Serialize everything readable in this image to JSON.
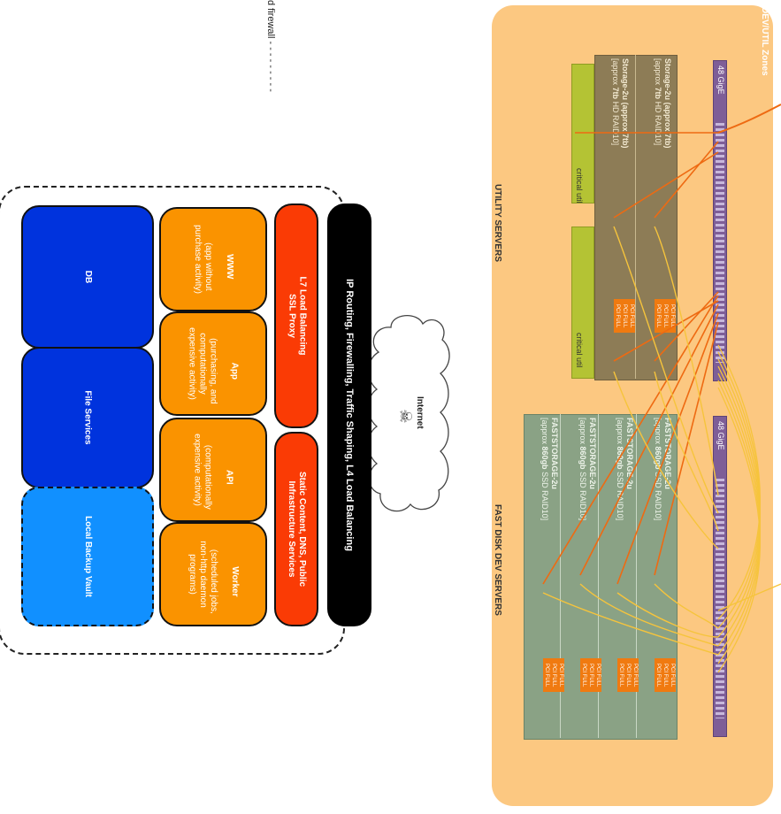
{
  "header_fragment": "d firewall",
  "zone": {
    "title": "DEV/UTIL Zones",
    "utility_label": "UTILITY SERVERS",
    "fast_label": "FAST DISK DEV SERVERS",
    "switch_top": "48 GigE",
    "switch_bottom": "48 GigE",
    "storage_racks": [
      {
        "title": "Storage-2u (approx 7tb)",
        "sub_prefix": "[approx",
        "sub_bold": "7tb",
        "sub_suffix": "HD RAID10]"
      },
      {
        "title": "Storage-2u (approx 7tb)",
        "sub_prefix": "[approx",
        "sub_bold": "7tb",
        "sub_suffix": "HD RAID10]"
      }
    ],
    "fast_racks": [
      {
        "title": "FASTSTORAGE-2u",
        "sub_prefix": "[approx",
        "sub_bold": "860gb",
        "sub_suffix": "SSD RAID10]"
      },
      {
        "title": "FASTSTORAGE-2u",
        "sub_prefix": "[approx",
        "sub_bold": "860gb",
        "sub_suffix": "SSD RAID10]"
      },
      {
        "title": "FASTSTORAGE-2u",
        "sub_prefix": "[approx",
        "sub_bold": "860gb",
        "sub_suffix": "SSD RAID10]"
      },
      {
        "title": "FASTSTORAGE-2u",
        "sub_prefix": "[approx",
        "sub_bold": "860gb",
        "sub_suffix": "SSD RAID10]"
      }
    ],
    "pci_label": "PCI FULL",
    "critical_util_1": "critical util",
    "critical_util_2": "critical util"
  },
  "internet": {
    "label": "Internet"
  },
  "stack": {
    "routing": "IP Routing, Firewalling, Traffic Shaping, L4 Load Balancing",
    "l7": "L7 Load Balancing\nSSL Proxy",
    "static": "Static Content, DNS, Public\nInfrastructure Services",
    "www_title": "WWW",
    "www_sub": "(app without\npurchase activity)",
    "app_title": "App",
    "app_sub": "(purchasing, and\ncomputationally\nexpensive activity)",
    "api_title": "API",
    "api_sub": "(computationally\nexpensive activity)",
    "worker_title": "Worker",
    "worker_sub": "(scheduled jobs,\nnon-http daemon\nprograms)",
    "db": "DB",
    "file": "File Services",
    "backup": "Local Backup Vault"
  },
  "colors": {
    "zone": "#fcc881",
    "switch": "#7e5e97",
    "storage_rack": "#8d7c56",
    "fast_rack": "#8aa285",
    "orange_line": "#ee6a12",
    "yellow_line": "#f6c43c",
    "black": "#000000",
    "red": "#fa3b05",
    "orange": "#fa9300",
    "blue": "#0033dd",
    "light_blue": "#1190ff"
  }
}
